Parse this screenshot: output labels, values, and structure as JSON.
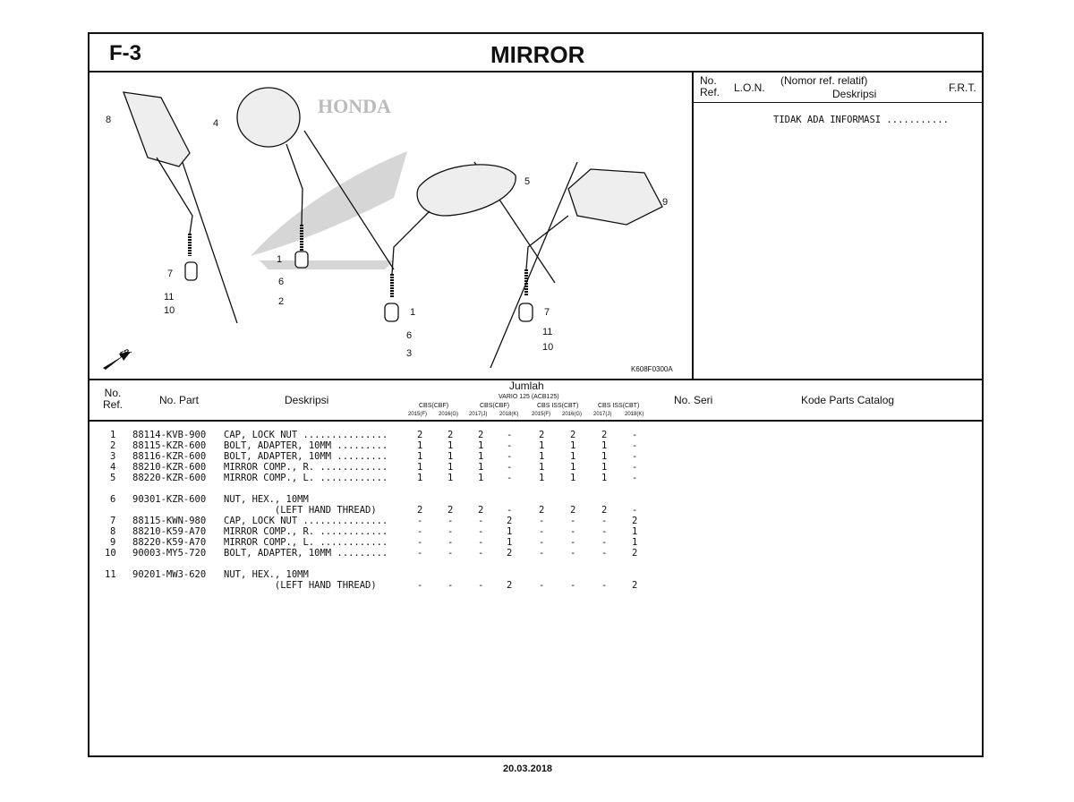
{
  "page": {
    "code": "F-3",
    "title": "MIRROR",
    "date": "20.03.2018",
    "diagram_code": "K608F0300A",
    "fr_label": "FR."
  },
  "right_panel": {
    "no_ref": "No.\nRef.",
    "lon": "L.O.N.",
    "desc_top": "(Nomor ref. relatif)",
    "desc_bottom": "Deskripsi",
    "frt": "F.R.T.",
    "info": "TIDAK ADA INFORMASI ..........."
  },
  "header": {
    "no_ref_1": "No.",
    "no_ref_2": "Ref.",
    "no_part": "No. Part",
    "deskripsi": "Deskripsi",
    "jumlah": "Jumlah",
    "model": "VARIO 125 (ACB125)",
    "groups": [
      "CBS(CBF)",
      "CBS(CBF)",
      "CBS ISS(CBT)",
      "CBS ISS(CBT)"
    ],
    "years": [
      "2015(F)",
      "2016(G)",
      "2017(J)",
      "2018(K)",
      "2015(F)",
      "2016(G)",
      "2017(J)",
      "2018(K)"
    ],
    "no_seri": "No. Seri",
    "kode": "Kode Parts Catalog"
  },
  "rows": [
    {
      "ref": "1",
      "part": "88114-KVB-900",
      "desc": "CAP, LOCK NUT ...............",
      "qty": [
        "2",
        "2",
        "2",
        "-",
        "2",
        "2",
        "2",
        "-"
      ]
    },
    {
      "ref": "2",
      "part": "88115-KZR-600",
      "desc": "BOLT, ADAPTER, 10MM .........",
      "qty": [
        "1",
        "1",
        "1",
        "-",
        "1",
        "1",
        "1",
        "-"
      ]
    },
    {
      "ref": "3",
      "part": "88116-KZR-600",
      "desc": "BOLT, ADAPTER, 10MM .........",
      "qty": [
        "1",
        "1",
        "1",
        "-",
        "1",
        "1",
        "1",
        "-"
      ]
    },
    {
      "ref": "4",
      "part": "88210-KZR-600",
      "desc": "MIRROR COMP., R. ............",
      "qty": [
        "1",
        "1",
        "1",
        "-",
        "1",
        "1",
        "1",
        "-"
      ]
    },
    {
      "ref": "5",
      "part": "88220-KZR-600",
      "desc": "MIRROR COMP., L. ............",
      "qty": [
        "1",
        "1",
        "1",
        "-",
        "1",
        "1",
        "1",
        "-"
      ]
    },
    {
      "ref": "6",
      "part": "90301-KZR-600",
      "desc": "NUT, HEX., 10MM",
      "desc2": "         (LEFT HAND THREAD)",
      "qty": [
        "2",
        "2",
        "2",
        "-",
        "2",
        "2",
        "2",
        "-"
      ]
    },
    {
      "ref": "7",
      "part": "88115-KWN-980",
      "desc": "CAP, LOCK NUT ...............",
      "qty": [
        "-",
        "-",
        "-",
        "2",
        "-",
        "-",
        "-",
        "2"
      ]
    },
    {
      "ref": "8",
      "part": "88210-K59-A70",
      "desc": "MIRROR COMP., R. ............",
      "qty": [
        "-",
        "-",
        "-",
        "1",
        "-",
        "-",
        "-",
        "1"
      ]
    },
    {
      "ref": "9",
      "part": "88220-K59-A70",
      "desc": "MIRROR COMP., L. ............",
      "qty": [
        "-",
        "-",
        "-",
        "1",
        "-",
        "-",
        "-",
        "1"
      ]
    },
    {
      "ref": "10",
      "part": "90003-MY5-720",
      "desc": "BOLT, ADAPTER, 10MM .........",
      "qty": [
        "-",
        "-",
        "-",
        "2",
        "-",
        "-",
        "-",
        "2"
      ]
    },
    {
      "ref": "11",
      "part": "90201-MW3-620",
      "desc": "NUT, HEX., 10MM",
      "desc2": "         (LEFT HAND THREAD)",
      "qty": [
        "-",
        "-",
        "-",
        "2",
        "-",
        "-",
        "-",
        "2"
      ]
    }
  ],
  "callouts": [
    "8",
    "4",
    "5",
    "9",
    "7",
    "11",
    "10",
    "1",
    "6",
    "2",
    "1",
    "6",
    "3",
    "7",
    "11",
    "10"
  ],
  "watermark": "HONDA"
}
